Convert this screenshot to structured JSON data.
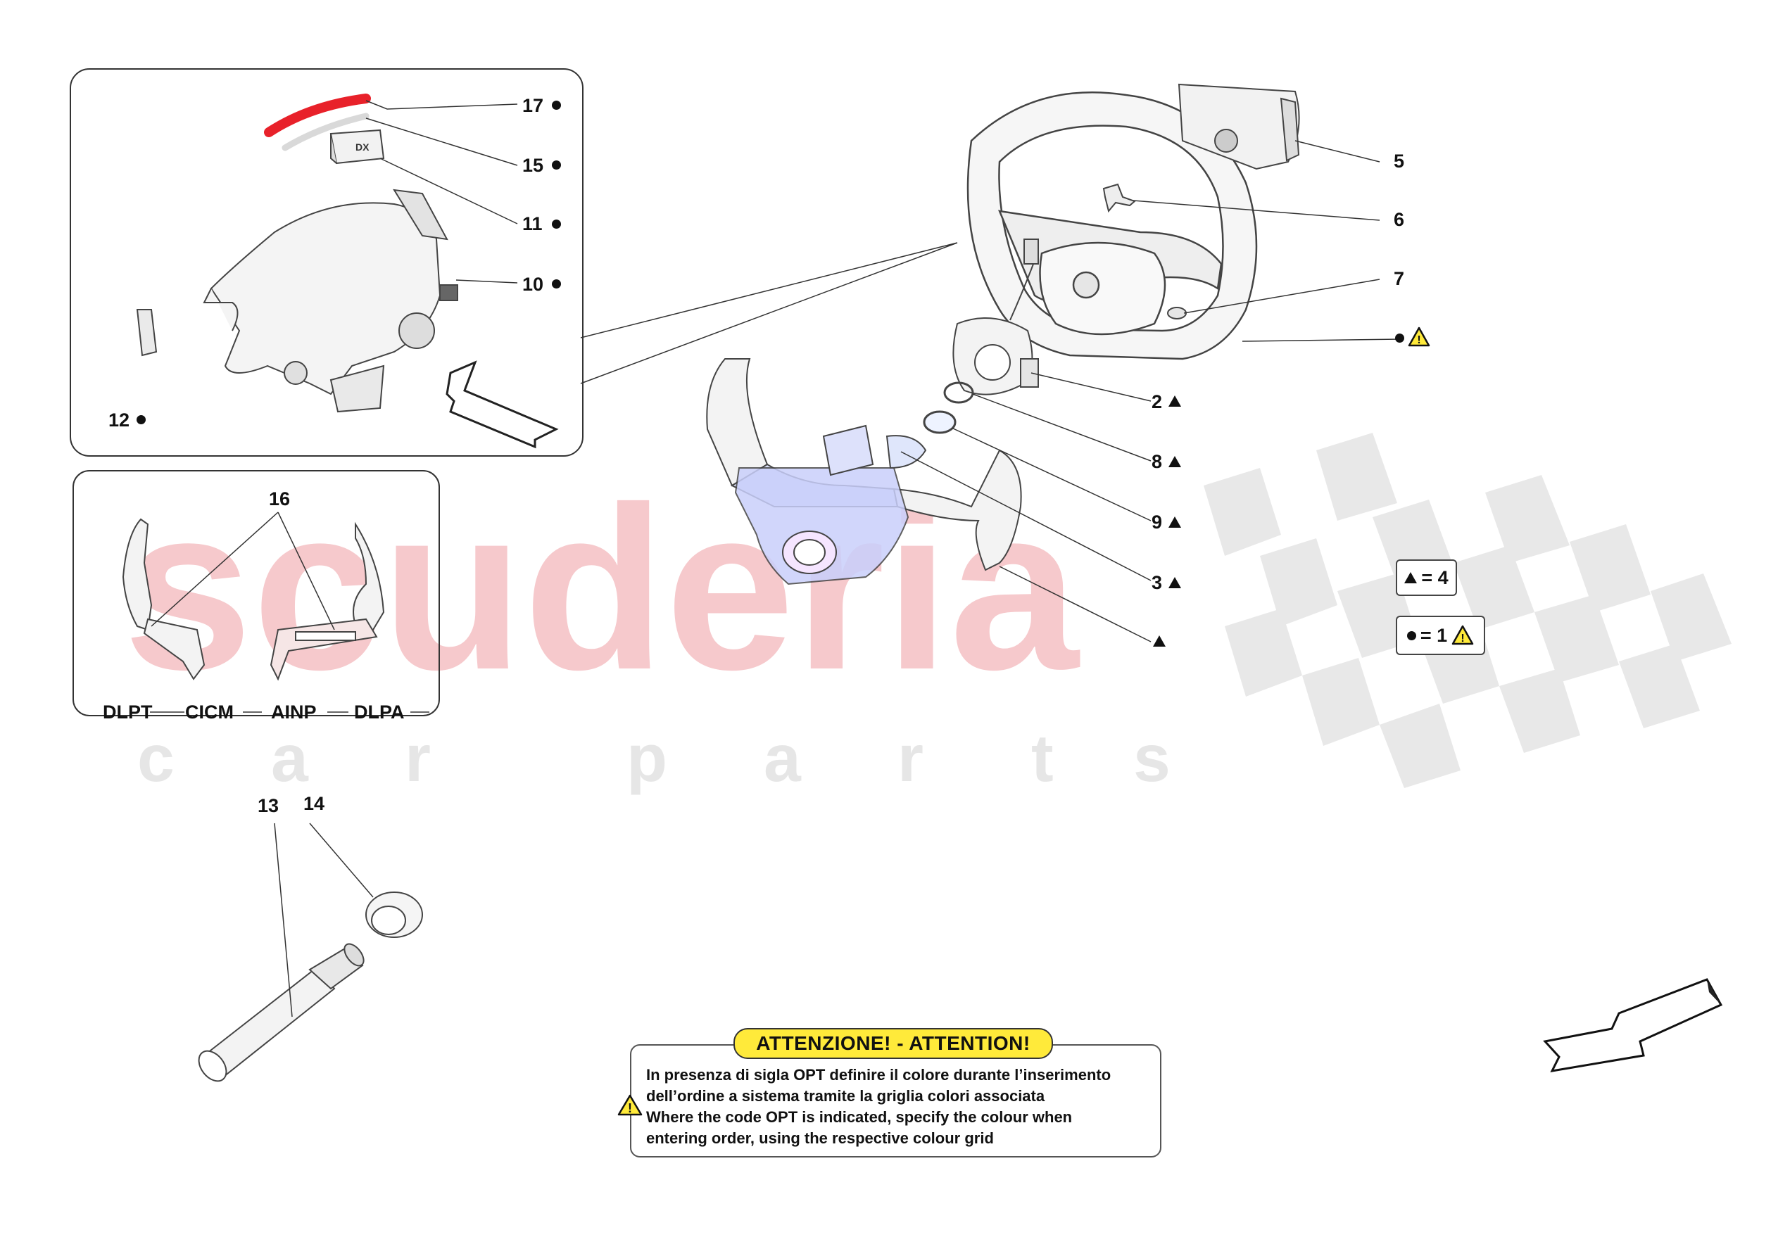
{
  "watermark": {
    "brand": "scuderia",
    "sub": "car parts"
  },
  "part_labels": {
    "p17": "17",
    "p15": "15",
    "p11": "11",
    "p10": "10",
    "p12": "12",
    "p16": "16",
    "p5": "5",
    "p6": "6",
    "p7": "7",
    "p2": "2",
    "p8": "8",
    "p9": "9",
    "p3": "3",
    "p13": "13",
    "p14": "14",
    "dx": "DX"
  },
  "codes": {
    "dlpt": "DLPT",
    "cicm": "CICM",
    "ainp": "AINP",
    "dlpa": "DLPA"
  },
  "legend": {
    "triangle_eq": "= 4",
    "circle_eq": "= 1"
  },
  "warning": {
    "title": "ATTENZIONE! - ATTENTION!",
    "line1": "In presenza di sigla OPT definire il colore durante l’inserimento",
    "line2": "dell’ordine a sistema tramite la griglia colori associata",
    "line3": "Where the code OPT is indicated, specify the colour when",
    "line4": "entering order, using the respective colour grid"
  },
  "colors": {
    "accent_red": "#e8212a",
    "warning_yellow": "#ffea3a",
    "watermark_red": "#f6c9cc",
    "watermark_grey": "#e6e6e6"
  }
}
